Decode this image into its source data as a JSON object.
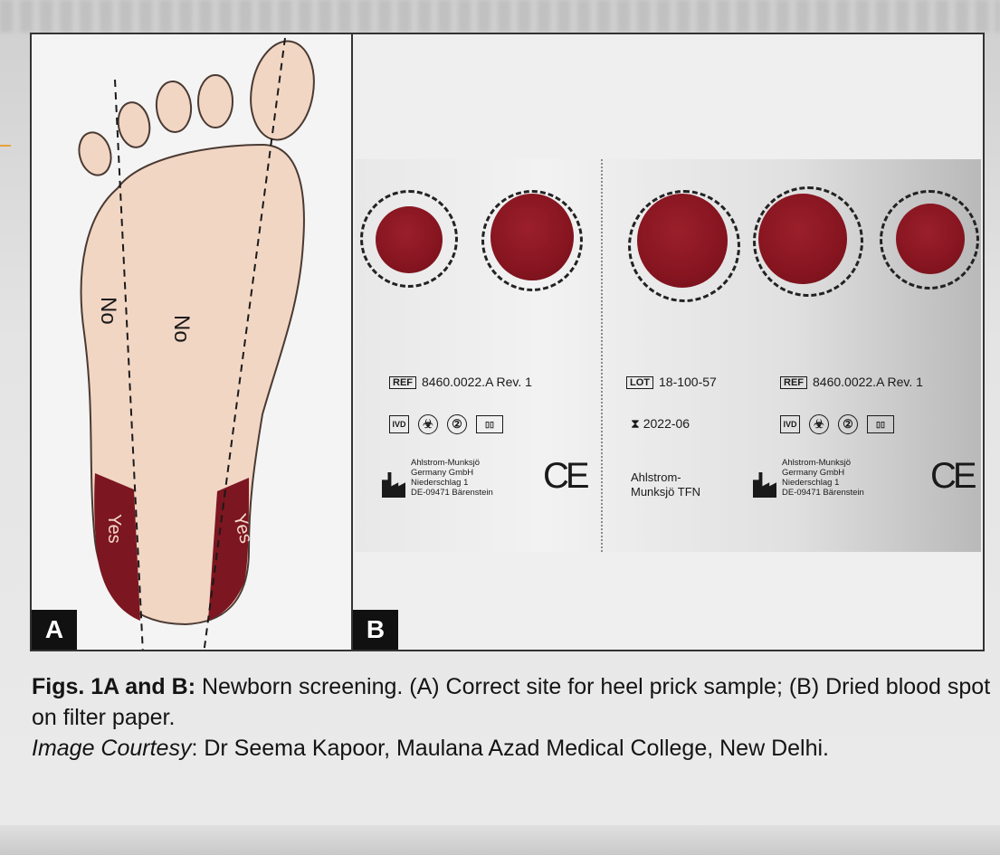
{
  "figure": {
    "panel_a": {
      "letter": "A",
      "zones": {
        "no_left": "No",
        "no_center": "No",
        "yes_left": "Yes",
        "yes_right": "Yes"
      },
      "colors": {
        "skin": "#f2d6c4",
        "yes_zone": "#7c1620",
        "outline": "#4a3a33"
      }
    },
    "panel_b": {
      "letter": "B",
      "blood_color": "#861520",
      "spot_count": 5,
      "card_left": {
        "ref": "8460.0022.A Rev. 1",
        "ref_tag": "REF",
        "symbols": [
          "IVD",
          "biohazard",
          "no-reuse",
          "instructions"
        ],
        "manufacturer": [
          "Ahlstrom-Munksjö",
          "Germany GmbH",
          "Niederschlag 1",
          "DE-09471 Bärenstein"
        ],
        "mark": "CE"
      },
      "card_middle": {
        "lot_tag": "LOT",
        "lot": "18-100-57",
        "expiry": "2022-06",
        "brand": [
          "Ahlstrom-",
          "Munksjö TFN"
        ]
      },
      "card_right": {
        "ref": "8460.0022.A Rev. 1",
        "ref_tag": "REF",
        "symbols": [
          "IVD",
          "biohazard",
          "no-reuse",
          "instructions"
        ],
        "manufacturer": [
          "Ahlstrom-Munksjö",
          "Germany GmbH",
          "Niederschlag 1",
          "DE-09471 Bärenstein"
        ],
        "mark": "CE"
      }
    }
  },
  "caption": {
    "lead": "Figs. 1A and B:",
    "text": " Newborn screening. (A) Correct site for heel prick sample; (B) Dried blood spot on filter paper.",
    "credit_label": "Image Courtesy",
    "credit_text": ": Dr Seema Kapoor, Maulana Azad Medical College, New Delhi."
  }
}
